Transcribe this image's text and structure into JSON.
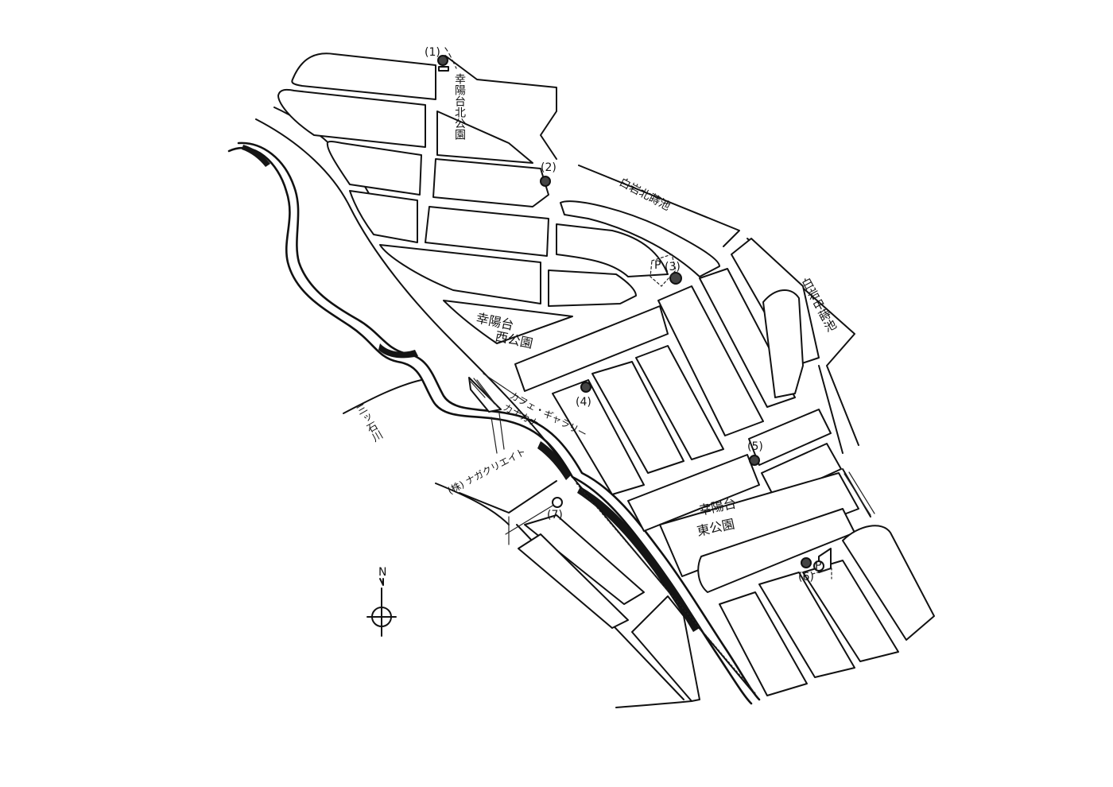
{
  "markers": [
    {
      "id": "m1",
      "label": "(1)",
      "filled": true
    },
    {
      "id": "m2",
      "label": "(2)",
      "filled": true
    },
    {
      "id": "m3",
      "label": "(3)",
      "filled": true
    },
    {
      "id": "m4",
      "label": "(4)",
      "filled": true
    },
    {
      "id": "m5",
      "label": "(5)",
      "filled": true
    },
    {
      "id": "m6",
      "label": "(6)",
      "filled": true
    },
    {
      "id": "m7",
      "label": "(7)",
      "filled": false
    }
  ],
  "parks": {
    "north": "幸陽台北公園",
    "west_line1": "幸陽台",
    "west_line2": "西公園",
    "east_line1": "幸陽台",
    "east_line2": "東公園"
  },
  "ponds": {
    "north": "白岩北蒔池",
    "middle": "白岩中蒔池"
  },
  "businesses": {
    "cafe_line1": "カフェ・ギャラリー",
    "cafe_line2": "カナカナ",
    "company": "(株) ナガクリエイト"
  },
  "river": "三ッ石川",
  "parking": {
    "p": "P",
    "circle_p": "P"
  },
  "compass": {
    "north": "N"
  }
}
